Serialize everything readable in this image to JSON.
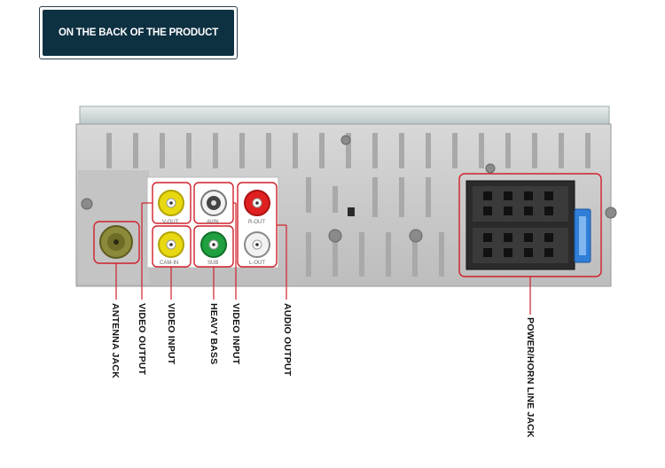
{
  "banner": {
    "title": "ON THE BACK OF THE PRODUCT"
  },
  "jack_marks": {
    "v_out": "V-OUT",
    "av_in": "AVIN",
    "r_out": "R-OUT",
    "cam_in": "CAM-IN",
    "sub": "SUB",
    "l_out": "L-OUT"
  },
  "labels": {
    "antenna": "ANTENNA JACK",
    "video_output": "VIDEO OUTPUT",
    "video_input_1": "VIDEO INPUT",
    "heavy_bass": "HEAVY BASS",
    "video_input_2": "VIDEO INPUT",
    "audio_output": "AUDIO OUTPUT",
    "power": "POWER/HORN LINE JACK"
  },
  "colors": {
    "highlight": "#d0202a",
    "yellow_jack": "#e8d810",
    "red_jack": "#e02020",
    "green_jack": "#20a040",
    "white_jack": "#f2f2f2",
    "banner_bg": "#0e3142",
    "fuse": "#2f7fd8"
  }
}
